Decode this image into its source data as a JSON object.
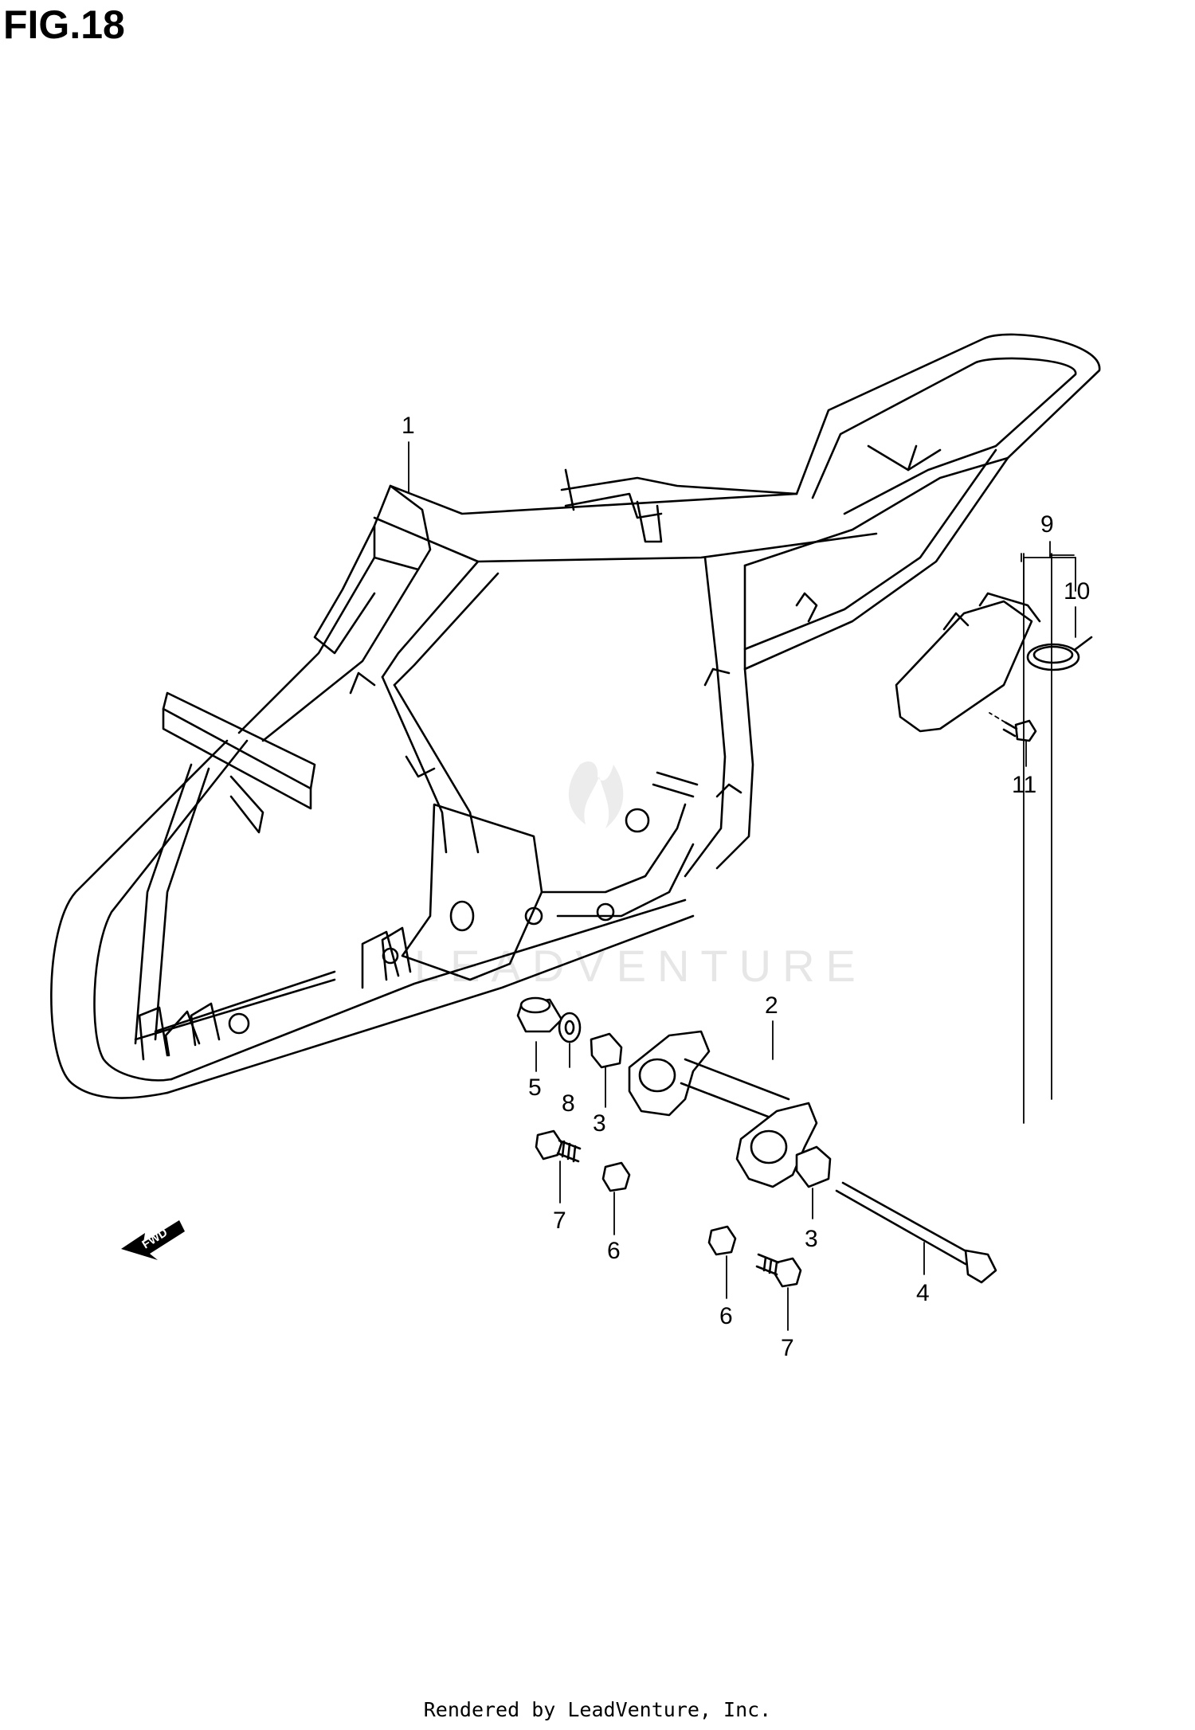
{
  "figure": {
    "title": "FIG.18"
  },
  "watermark": {
    "text": "LEADVENTURE"
  },
  "direction_badge": {
    "text": "FWD"
  },
  "footer": {
    "text": "Rendered by LeadVenture, Inc."
  },
  "callouts": [
    {
      "id": "c1",
      "label": "1"
    },
    {
      "id": "c2",
      "label": "2"
    },
    {
      "id": "c3a",
      "label": "3"
    },
    {
      "id": "c3b",
      "label": "3"
    },
    {
      "id": "c4",
      "label": "4"
    },
    {
      "id": "c5",
      "label": "5"
    },
    {
      "id": "c6a",
      "label": "6"
    },
    {
      "id": "c6b",
      "label": "6"
    },
    {
      "id": "c7a",
      "label": "7"
    },
    {
      "id": "c7b",
      "label": "7"
    },
    {
      "id": "c8",
      "label": "8"
    },
    {
      "id": "c9",
      "label": "9"
    },
    {
      "id": "c10",
      "label": "10"
    },
    {
      "id": "c11",
      "label": "11"
    }
  ]
}
